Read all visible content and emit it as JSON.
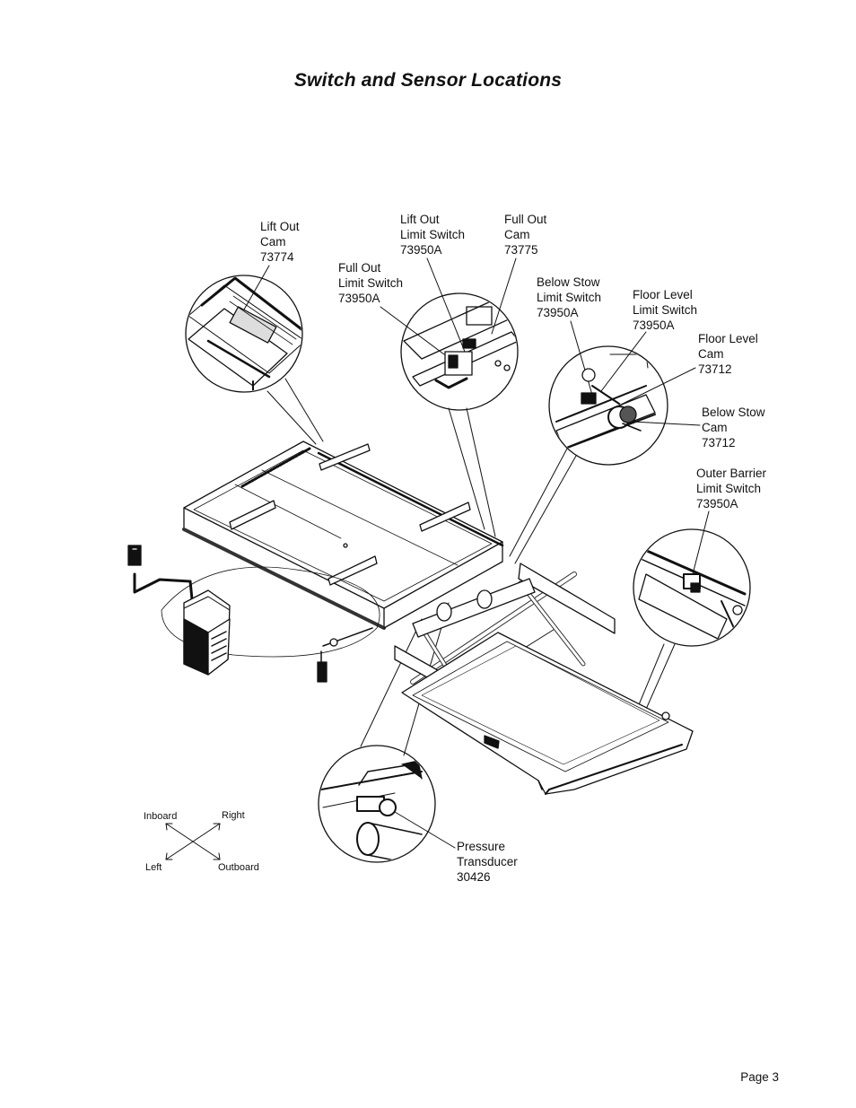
{
  "page": {
    "title": "Switch and Sensor Locations",
    "page_number": "Page 3"
  },
  "callouts": {
    "lift_out_cam": [
      "Lift Out",
      "Cam",
      "73774"
    ],
    "lift_out_limit_switch": [
      "Lift Out",
      "Limit Switch",
      "73950A"
    ],
    "full_out_cam": [
      "Full Out",
      "Cam",
      "73775"
    ],
    "full_out_limit_switch": [
      "Full Out",
      "Limit Switch",
      "73950A"
    ],
    "below_stow_limit_switch": [
      "Below Stow",
      "Limit Switch",
      "73950A"
    ],
    "floor_level_limit_switch": [
      "Floor Level",
      "Limit Switch",
      "73950A"
    ],
    "floor_level_cam": [
      "Floor Level",
      "Cam",
      "73712"
    ],
    "below_stow_cam": [
      "Below Stow",
      "Cam",
      "73712"
    ],
    "outer_barrier_limit_switch": [
      "Outer Barrier",
      "Limit Switch",
      "73950A"
    ],
    "pressure_transducer": [
      "Pressure",
      "Transducer",
      "30426"
    ]
  },
  "direction_indicator": {
    "inboard": "Inboard",
    "right": "Right",
    "left": "Left",
    "outboard": "Outboard"
  },
  "colors": {
    "ink": "#111111",
    "paper": "#ffffff",
    "shade": "#3a3a3a"
  }
}
